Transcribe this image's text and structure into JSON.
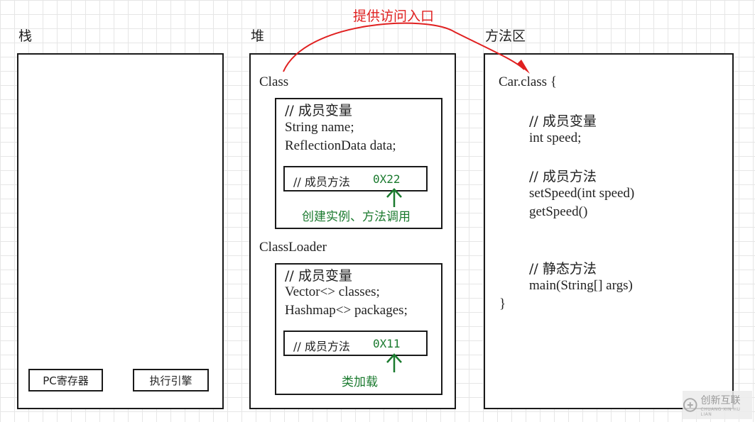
{
  "sections": {
    "stack": {
      "title": "栈"
    },
    "heap": {
      "title": "堆"
    },
    "method_area": {
      "title": "方法区"
    }
  },
  "stack": {
    "pc_register": "PC寄存器",
    "exec_engine": "执行引擎"
  },
  "heap": {
    "class": {
      "label": "Class",
      "member_var_comment": "// 成员变量",
      "fields": [
        "String name;",
        "ReflectionData data;"
      ],
      "method_comment": "// 成员方法",
      "address": "0X22",
      "note": "创建实例、方法调用"
    },
    "classloader": {
      "label": "ClassLoader",
      "member_var_comment": "// 成员变量",
      "fields": [
        "Vector<> classes;",
        "Hashmap<> packages;"
      ],
      "method_comment": "// 成员方法",
      "address": "0X11",
      "note": "类加载"
    }
  },
  "method_area": {
    "header": "Car.class {",
    "member_var_comment": "// 成员变量",
    "member_var": "int speed;",
    "method_comment": "// 成员方法",
    "methods": [
      "setSpeed(int speed)",
      "getSpeed()"
    ],
    "static_comment": "// 静态方法",
    "static_method": "main(String[] args)",
    "close": "}"
  },
  "arrow_label": "提供访问入口",
  "colors": {
    "arrow": "#e02020",
    "green": "#1a7a2e"
  },
  "watermark": {
    "text": "创新互联",
    "sub": "CHUANG XIN HU LIAN"
  }
}
